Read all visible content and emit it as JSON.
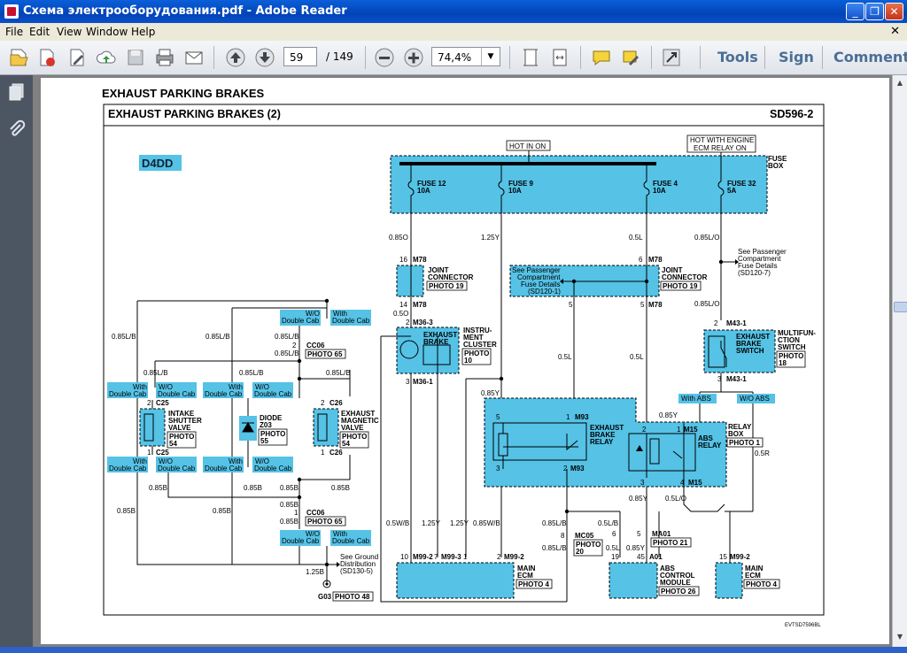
{
  "window": {
    "title": "Схема электрооборудования.pdf - Adobe Reader"
  },
  "menu": [
    "File",
    "Edit",
    "View",
    "Window",
    "Help"
  ],
  "toolbar": {
    "page_current": "59",
    "page_total": "/ 149",
    "zoom": "74,4%",
    "tools": "Tools",
    "sign": "Sign",
    "comment": "Comment"
  },
  "doc": {
    "header": "EXHAUST PARKING BRAKES",
    "title": "EXHAUST PARKING BRAKES (2)",
    "code": "SD596-2",
    "engine_badge": "D4DD",
    "footer_code": "EVTSD7596BL",
    "labels": {
      "hot_in_on": "HOT IN ON",
      "hot_ecm_1": "HOT WITH ENGINE",
      "hot_ecm_2": "ECM RELAY ON",
      "fuse_box_1": "FUSE",
      "fuse_box_2": "BOX",
      "fuse12_a": "FUSE 12",
      "fuse12_b": "10A",
      "fuse9_a": "FUSE 9",
      "fuse9_b": "10A",
      "fuse4_a": "FUSE 4",
      "fuse4_b": "10A",
      "fuse32_a": "FUSE 32",
      "fuse32_b": "5A",
      "w085o": "0.85O",
      "w125y": "1.25Y",
      "w05l_top": "0.5L",
      "w085lo_top": "0.85L/O",
      "see_pass_1": "See Passenger",
      "see_pass_2": "Compartment",
      "see_pass_3": "Fuse Details",
      "see_pass_4": "(SD120-7)",
      "m78": "M78",
      "m78_16": "16",
      "m78_14": "14",
      "m78_6": "6",
      "m78_5": "5",
      "jc1_a": "JOINT",
      "jc1_b": "CONNECTOR",
      "jc1_photo": "PHOTO 19",
      "jc2_a": "JOINT",
      "jc2_b": "CONNECTOR",
      "jc2_photo": "PHOTO 19",
      "spc_1": "See Passenger",
      "spc_2": "Compartment",
      "spc_3": "Fuse Details",
      "spc_4": "(SD120-1)",
      "w05o": "0.5O",
      "m363": "M36-3",
      "m361": "M36-1",
      "m363_pin": "2",
      "m361_pin": "3",
      "eb_a": "EXHAUST",
      "eb_b": "BRAKE",
      "ic_a": "INSTRU-",
      "ic_b": "MENT",
      "ic_c": "CLUSTER",
      "ic_photo": "PHOTO",
      "ic_photo2": "10",
      "m431": "M43-1",
      "m431_pin2": "2",
      "m431_pin3": "3",
      "m431b": "M43-1",
      "ebs_a": "EXHAUST",
      "ebs_b": "BRAKE",
      "ebs_c": "SWITCH",
      "mf_a": "MULTIFUN-",
      "mf_b": "CTION",
      "mf_c": "SWITCH",
      "mf_photo": "PHOTO",
      "mf_photo2": "18",
      "w085lo_mid": "0.85L/O",
      "with_abs": "With ABS",
      "wo_abs": "W/O ABS",
      "w05l_a": "0.5L",
      "w05l_b": "0.5L",
      "w085y_a": "0.85Y",
      "w085y_b": "0.85Y",
      "m93": "M93",
      "m93_pin5": "5",
      "m93_pin1": "1",
      "m93_pin3": "3",
      "m93_pin2": "2",
      "m93b": "M93",
      "ebr_a": "EXHAUST",
      "ebr_b": "BRAKE",
      "ebr_c": "RELAY",
      "m15": "M15",
      "m15_pin2": "2",
      "m15_pin1": "1",
      "m15_pin3": "3",
      "m15_pin4": "4",
      "m15b": "M15",
      "absr_a": "ABS",
      "absr_b": "RELAY",
      "rb_a": "RELAY",
      "rb_b": "BOX",
      "rb_photo": "PHOTO 1",
      "w05r": "0.5R",
      "w085lb_a": "0.85L/B",
      "w085lb_b": "0.85L/B",
      "w085lb_c": "0.85L/B",
      "w05lb": "0.5L/B",
      "w05lo": "0.5L/O",
      "w05l_c": "0.5L",
      "w085y_c": "0.85Y",
      "mc05": "MC05",
      "mc05_pin": "8",
      "ma01": "MA01",
      "ma01_pin6": "6",
      "ma01_pin5": "5",
      "ma01_photo": "PHOTO 21",
      "photo20": "PHOTO",
      "photo20b": "20",
      "w05wb": "0.5W/B",
      "w125y_b": "1.25Y",
      "w125y_c": "1.25Y",
      "w085wb": "0.85W/B",
      "m992": "M99-2",
      "m992_pin10": "10",
      "m992_pin7": "7",
      "m993": "M99-3",
      "m993_pin1": "1",
      "m992b": "M99-2",
      "m992b_pin2": "2",
      "mecm_a": "MAIN",
      "mecm_b": "ECM",
      "mecm_photo": "PHOTO 4",
      "a01": "A01",
      "a01_19": "19",
      "a01_45": "45",
      "abscm_a": "ABS",
      "abscm_b": "CONTROL",
      "abscm_c": "MODULE",
      "abscm_photo": "PHOTO 26",
      "m992c": "M99-2",
      "m992c_pin": "15",
      "mecm2_a": "MAIN",
      "mecm2_b": "ECM",
      "mecm2_photo": "PHOTO 4",
      "w085lb_1": "0.85L/B",
      "w085lb_2": "0.85L/B",
      "w085lb_3": "0.85L/B",
      "w085lb_4": "0.85L/B",
      "w085lb_5": "0.85L/B",
      "w085lb_6": "0.85L/B",
      "w085lb_7": "0.85L/B",
      "cc06": "CC06",
      "cc06_pin2": "2",
      "cc06_pin1": "1",
      "cc06_photo": "PHOTO 65",
      "cc06b": "CC06",
      "cc06b_pin": "1",
      "cc06b_photo": "PHOTO 65",
      "wo_dc": "W/O",
      "dc": "Double Cab",
      "with": "With",
      "c25": "C25",
      "c25_pin2": "2",
      "c25b": "C25",
      "c25b_pin1": "1",
      "c26": "C26",
      "c26_pin2": "2",
      "c26b": "C26",
      "c26b_pin1": "1",
      "isv_a": "INTAKE",
      "isv_b": "SHUTTER",
      "isv_c": "VALVE",
      "isv_photo": "PHOTO",
      "isv_photo2": "54",
      "diode_a": "DIODE",
      "diode_b": "Z03",
      "diode_photo": "PHOTO",
      "diode_photo2": "55",
      "emv_a": "EXHAUST",
      "emv_b": "MAGNETIC",
      "emv_c": "VALVE",
      "emv_photo": "PHOTO",
      "emv_photo2": "54",
      "w085b_1": "0.85B",
      "w085b_2": "0.85B",
      "w085b_3": "0.85B",
      "w085b_4": "0.85B",
      "w085b_5": "0.85B",
      "w085b_6": "0.85B",
      "w085b_7": "0.85B",
      "sg_1": "See Ground",
      "sg_2": "Distribution",
      "sg_3": "(SD130-5)",
      "w125b": "1.25B",
      "g03": "G03",
      "g03_photo": "PHOTO 48"
    }
  },
  "colors": {
    "accent": "#55c2e6",
    "titlebar": "#0a5fd8",
    "panel": "#4c5562"
  },
  "icons": [
    "open-icon",
    "create-pdf-icon",
    "edit-icon",
    "cloud-upload-icon",
    "save-icon",
    "print-icon",
    "email-icon",
    "prev-page-icon",
    "next-page-icon",
    "zoom-out-icon",
    "zoom-in-icon",
    "fit-page-icon",
    "fit-width-icon",
    "comment-bubble-icon",
    "highlight-icon",
    "fullscreen-icon",
    "pages-icon",
    "attachment-icon"
  ]
}
